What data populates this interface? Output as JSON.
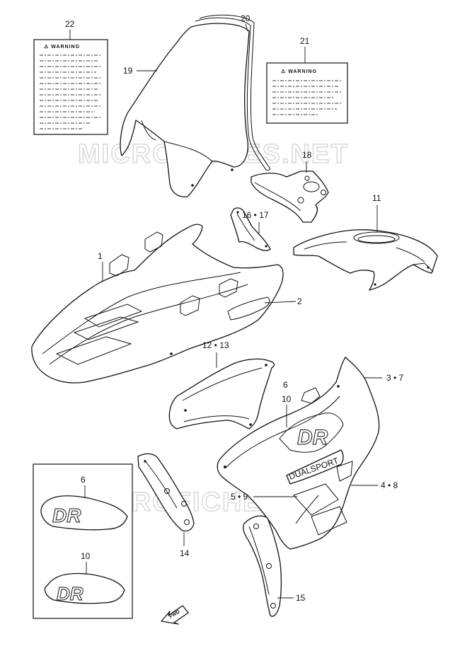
{
  "watermark": "MICROFICHES.NET",
  "warning_labels": [
    {
      "id": "label-22",
      "heading": "⚠ WARNING"
    },
    {
      "id": "label-21",
      "heading": "⚠ WARNING"
    }
  ],
  "callouts": {
    "c1": "1",
    "c2": "2",
    "c3_7": "3 • 7",
    "c4_8": "4 • 8",
    "c5_9": "5 • 9",
    "c6": "6",
    "c10": "10",
    "c6_inset": "6",
    "c10_inset": "10",
    "c11": "11",
    "c12_13": "12 • 13",
    "c14": "14",
    "c15": "15",
    "c16_17": "16 • 17",
    "c18": "18",
    "c19": "19",
    "c20": "20",
    "c21": "21",
    "c22": "22"
  },
  "decals": {
    "dualsport": "DUALSPORT",
    "fwd": "FWD"
  }
}
